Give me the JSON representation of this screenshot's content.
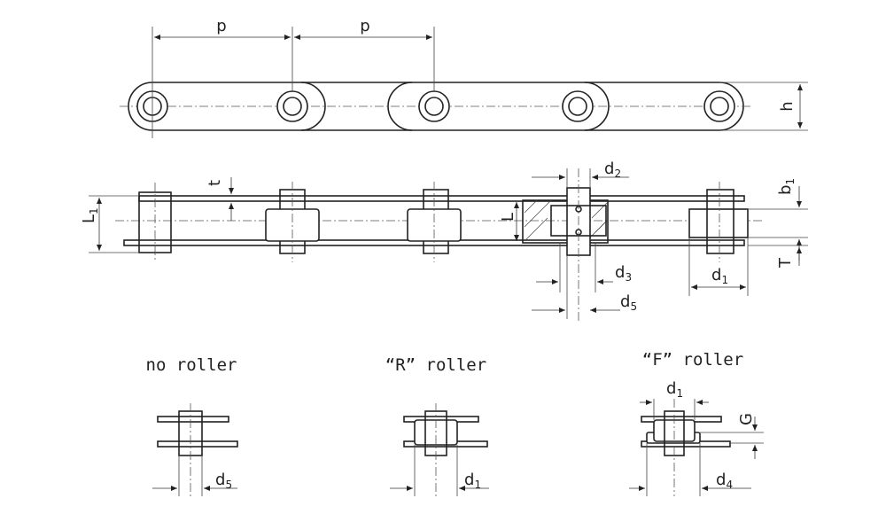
{
  "labels": {
    "pitch_1": "p",
    "pitch_2": "p",
    "height": "h",
    "t": "t",
    "L1": "L",
    "L1_sub": "1",
    "L": "L",
    "d2": "d",
    "d2_sub": "2",
    "b1": "b",
    "b1_sub": "1",
    "d3": "d",
    "d3_sub": "3",
    "d5": "d",
    "d5_sub": "5",
    "d1": "d",
    "d1_sub": "1",
    "T": "T"
  },
  "captions": {
    "no_roller": "no roller",
    "r_roller": "“R” roller",
    "f_roller": "“F” roller"
  },
  "detail_labels": {
    "no_roller_d5": "d",
    "no_roller_d5_sub": "5",
    "r_roller_d1": "d",
    "r_roller_d1_sub": "1",
    "f_roller_d1": "d",
    "f_roller_d1_sub": "1",
    "f_roller_G": "G",
    "f_roller_d4": "d",
    "f_roller_d4_sub": "4"
  }
}
